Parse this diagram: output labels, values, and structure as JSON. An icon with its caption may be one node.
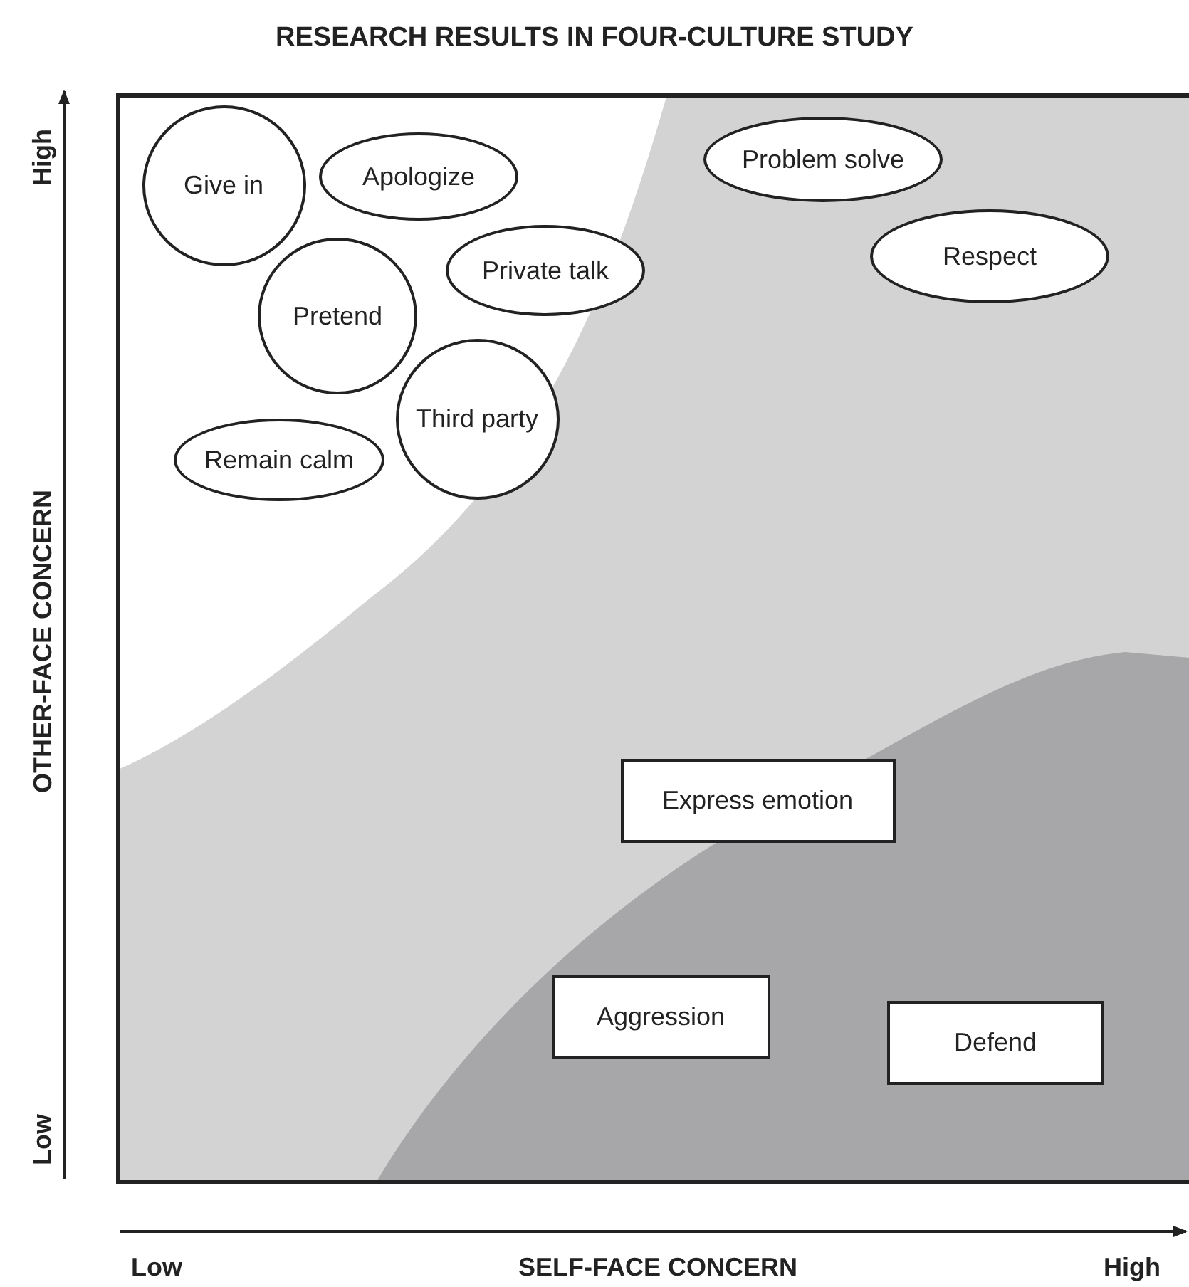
{
  "diagram": {
    "title": "RESEARCH RESULTS IN FOUR-CULTURE STUDY",
    "nodes": [
      {
        "text": [
          "Give in"
        ]
      },
      {
        "text": [
          "Apologize"
        ]
      },
      {
        "text": [
          "Problem solve"
        ]
      },
      {
        "text": [
          "Respect"
        ]
      },
      {
        "text": [
          "Private talk"
        ]
      },
      {
        "text": [
          "Pretend"
        ]
      },
      {
        "text": [
          "Third party"
        ]
      },
      {
        "text": [
          "Remain calm"
        ]
      },
      {
        "text": [
          "Express emotion"
        ]
      },
      {
        "text": [
          "Aggression"
        ]
      },
      {
        "text": [
          "Defend"
        ]
      }
    ],
    "edges": [],
    "labels": [
      "High",
      "OTHER-FACE CONCERN",
      "Low",
      "Low",
      "SELF-FACE CONCERN",
      "High"
    ]
  }
}
